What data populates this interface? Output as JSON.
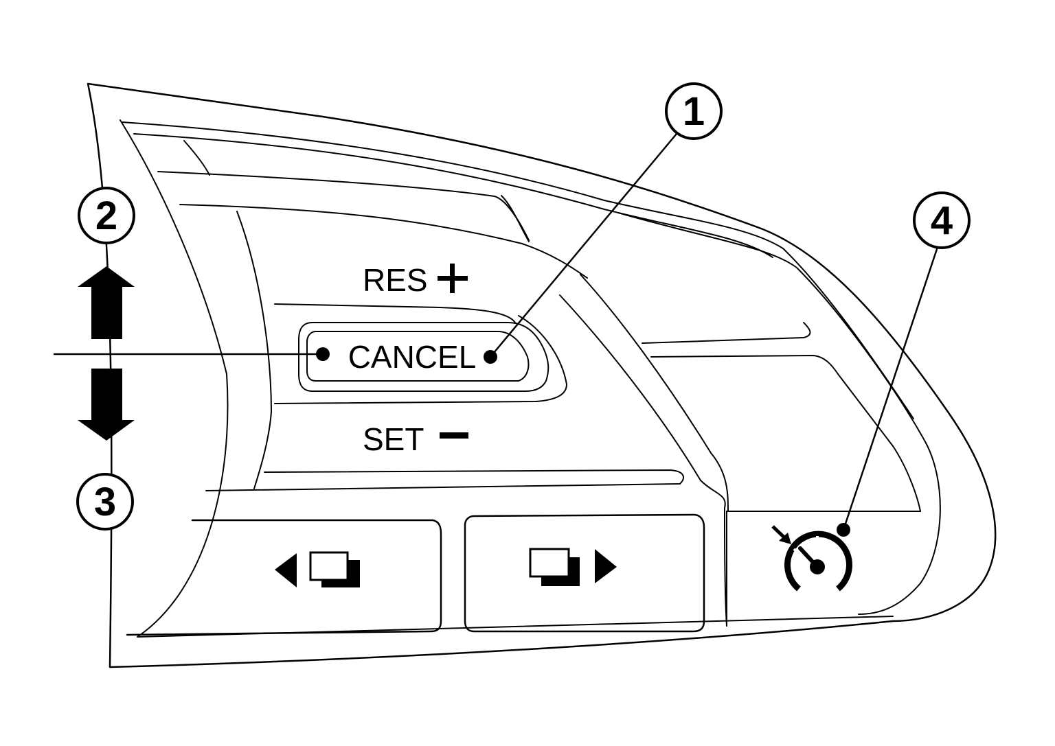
{
  "labels": {
    "res": "RES",
    "cancel": "CANCEL",
    "set": "SET"
  },
  "callouts": [
    "1",
    "2",
    "3",
    "4"
  ],
  "icons": {
    "plus": "plus-icon",
    "minus": "minus-icon",
    "arrow_up": "arrow-up-icon",
    "arrow_down": "arrow-down-icon",
    "display_prev": "display-prev-icon",
    "display_next": "display-next-icon",
    "cruise_control": "cruise-control-icon"
  },
  "colors": {
    "line": "#000000",
    "background": "#ffffff"
  }
}
